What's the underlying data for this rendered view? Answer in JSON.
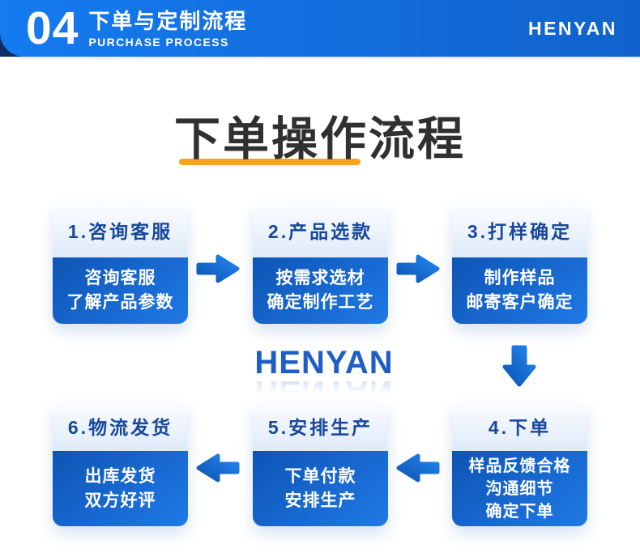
{
  "header": {
    "number": "04",
    "title": "下单与定制流程",
    "subtitle": "PURCHASE PROCESS",
    "brand": "HENYAN"
  },
  "hero": {
    "title": "下单操作流程"
  },
  "watermark": {
    "text": "HENYAN"
  },
  "steps": [
    {
      "label": "1.咨询客服",
      "lines": [
        "咨询客服",
        "了解产品参数"
      ]
    },
    {
      "label": "2.产品选款",
      "lines": [
        "按需求选材",
        "确定制作工艺"
      ]
    },
    {
      "label": "3.打样确定",
      "lines": [
        "制作样品",
        "邮寄客户确定"
      ]
    },
    {
      "label": "4.下单",
      "lines": [
        "样品反馈合格",
        "沟通细节",
        "确定下单"
      ]
    },
    {
      "label": "5.安排生产",
      "lines": [
        "下单付款",
        "安排生产"
      ]
    },
    {
      "label": "6.物流发货",
      "lines": [
        "出库发货",
        "双方好评"
      ]
    }
  ],
  "colors": {
    "banner-left": "#147bf0",
    "banner-right": "#1162cc",
    "corner-navy": "#0b2d62",
    "title-text": "#303030",
    "underline-orange": "#f7a41d",
    "card-label": "#17489b",
    "card-body-dark": "#0e55b5",
    "card-body-light": "#2079e6",
    "arrow-dark": "#0d53b0",
    "arrow-light": "#2287f2",
    "logo-blue": "#1f5ec4"
  }
}
